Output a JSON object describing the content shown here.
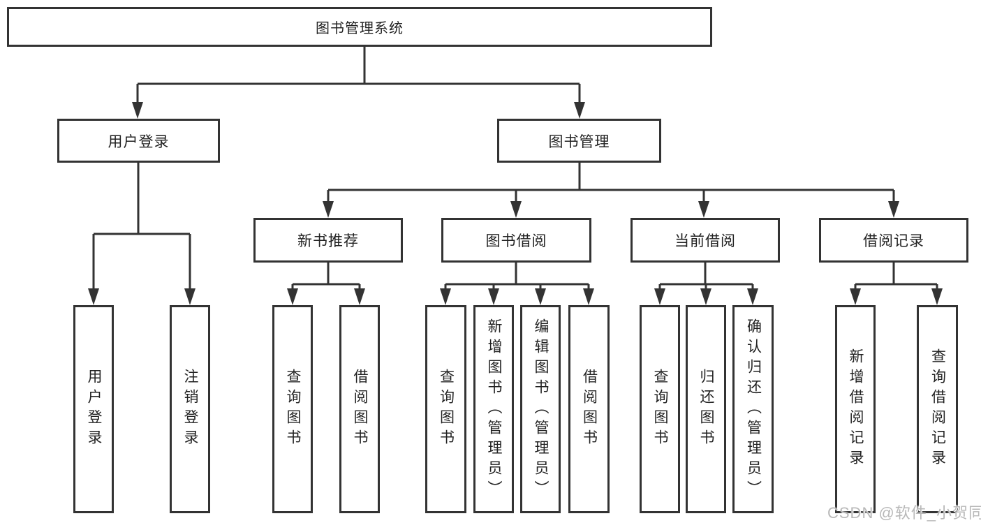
{
  "diagram": {
    "tree": {
      "root": "图书管理系统",
      "branches": [
        {
          "label": "用户登录",
          "children": [
            "用户登录",
            "注销登录"
          ]
        },
        {
          "label": "图书管理",
          "children": [
            {
              "label": "新书推荐",
              "children": [
                "查询图书",
                "借阅图书"
              ]
            },
            {
              "label": "图书借阅",
              "children": [
                "查询图书",
                "新增图书（管理员）",
                "编辑图书（管理员）",
                "借阅图书"
              ]
            },
            {
              "label": "当前借阅",
              "children": [
                "查询图书",
                "归还图书",
                "确认归还（管理员）"
              ]
            },
            {
              "label": "借阅记录",
              "children": [
                "新增借阅记录",
                "查询借阅记录"
              ]
            }
          ]
        }
      ]
    },
    "watermark": "CSDN @软件_小贺同学",
    "colors": {
      "line": "#333333",
      "text": "#222222",
      "watermark": "#b8b8b8",
      "background": "#ffffff"
    }
  }
}
